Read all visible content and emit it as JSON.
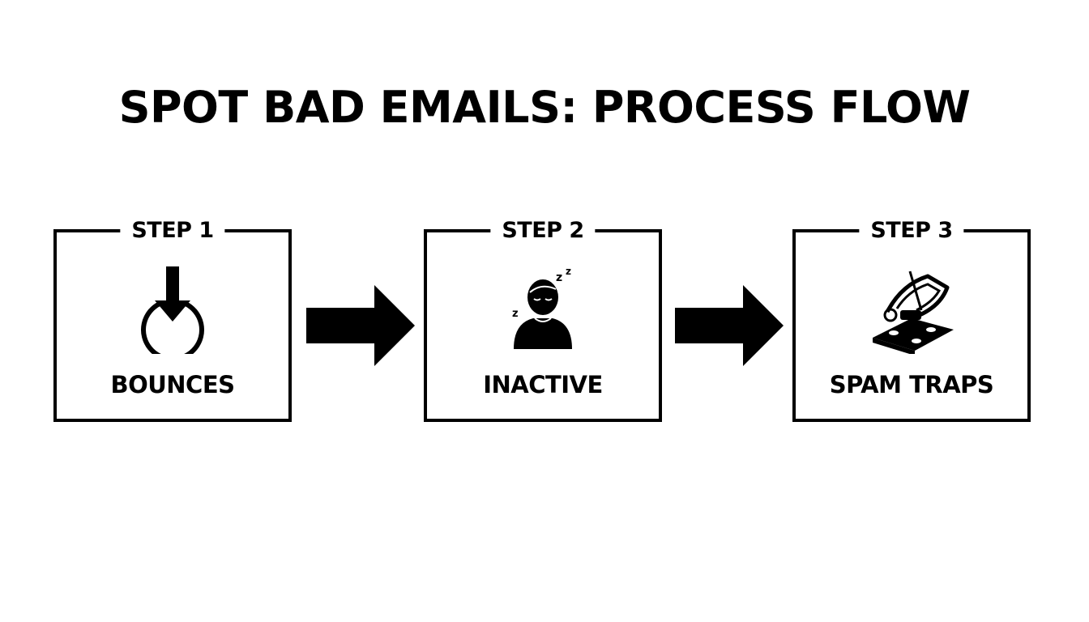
{
  "diagram": {
    "title": "SPOT BAD EMAILS: PROCESS FLOW",
    "steps": [
      {
        "label": "STEP 1",
        "name": "BOUNCES",
        "icon": "bounce-arrow-icon"
      },
      {
        "label": "STEP 2",
        "name": "INACTIVE",
        "icon": "sleeping-person-icon"
      },
      {
        "label": "STEP 3",
        "name": "SPAM TRAPS",
        "icon": "mousetrap-icon"
      }
    ],
    "connectors": [
      "right-arrow-icon",
      "right-arrow-icon"
    ],
    "colors": {
      "ink": "#000000",
      "background": "#ffffff"
    }
  }
}
